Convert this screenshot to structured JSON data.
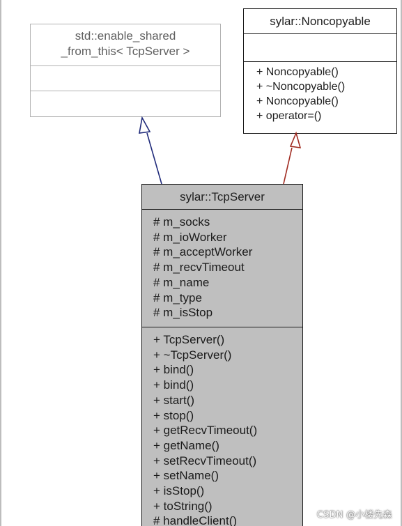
{
  "diagram": {
    "enable_shared": {
      "title_line1": "std::enable_shared",
      "title_line2": "_from_this< TcpServer >"
    },
    "noncopyable": {
      "title": "sylar::Noncopyable",
      "operations": [
        "+ Noncopyable()",
        "+ ~Noncopyable()",
        "+ Noncopyable()",
        "+ operator=()"
      ]
    },
    "tcp_server": {
      "title": "sylar::TcpServer",
      "attributes": [
        "# m_socks",
        "# m_ioWorker",
        "# m_acceptWorker",
        "# m_recvTimeout",
        "# m_name",
        "# m_type",
        "# m_isStop"
      ],
      "methods": [
        "+ TcpServer()",
        "+ ~TcpServer()",
        "+ bind()",
        "+ bind()",
        "+ start()",
        "+ stop()",
        "+ getRecvTimeout()",
        "+ getName()",
        "+ setRecvTimeout()",
        "+ setName()",
        "+ isStop()",
        "+ toString()",
        "# handleClient()"
      ]
    },
    "colors": {
      "shared_arrow": "#1f2a7a",
      "noncopy_arrow": "#a02a20",
      "tcp_fill": "#bfbfbf"
    }
  },
  "watermark": "CSDN @小楼先森"
}
